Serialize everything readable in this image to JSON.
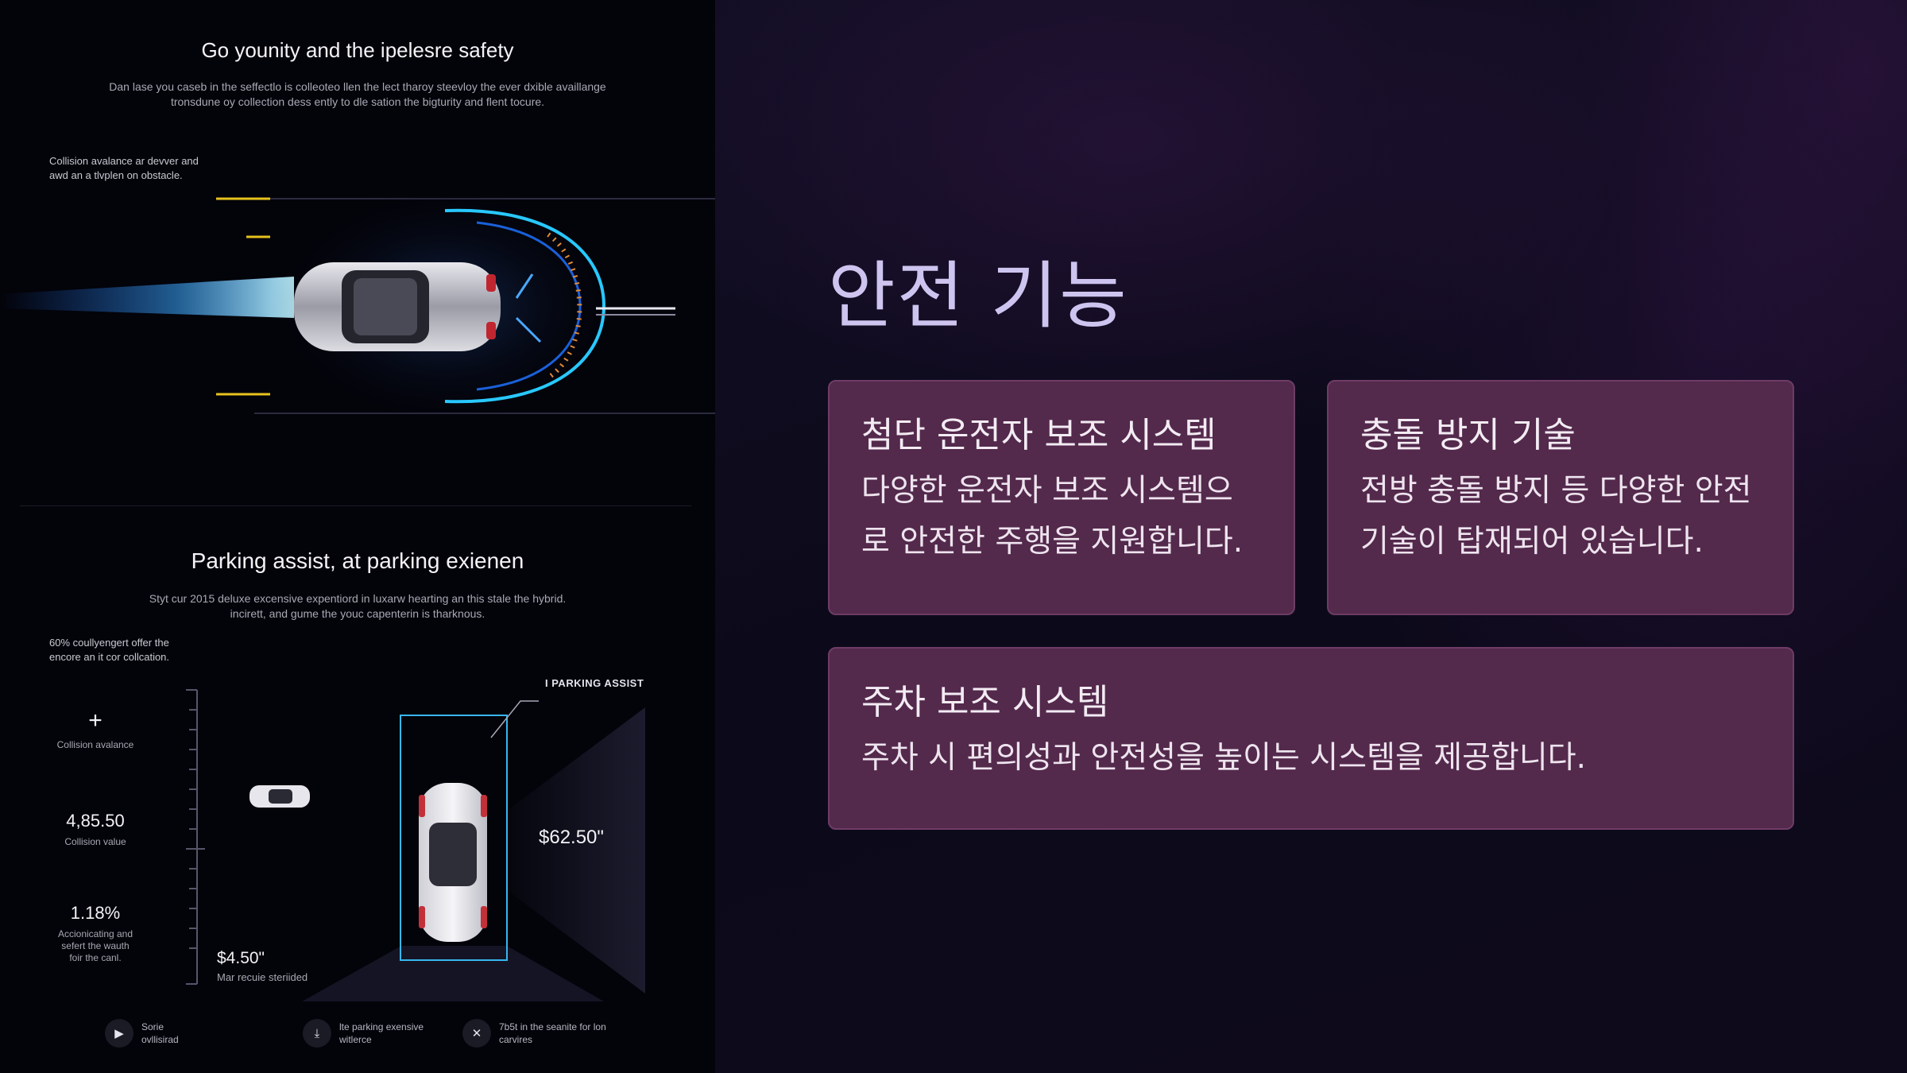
{
  "left_image": {
    "section1": {
      "title": "Go younity and the ipelesre safety",
      "description_line1": "Dan lase you caseb in the seffectlo is colleoteo llen the lect tharoy steevloy the ever dxible availlange",
      "description_line2": "tronsdune oy collection dess ently to dle sation the bigturity and flent tocure.",
      "note_line1": "Collision avalance ar devver and",
      "note_line2": "awd an a tlvplen on obstacle."
    },
    "section2": {
      "title": "Parking assist, at parking exienen",
      "description_line1": "Styt cur 2015 deluxe excensive expentiord in luxarw hearting an this stale the hybrid.",
      "description_line2": "incirett, and gume the youc capenterin is tharknous.",
      "note_line1": "60% coullyengert offer the",
      "note_line2": "encore an it cor collcation.",
      "parking_assist_label": "I PARKING ASSIST",
      "stats": [
        {
          "icon": "+",
          "value": "",
          "label": "Collision avalance"
        },
        {
          "value": "4,85.50",
          "label": "Collision value"
        },
        {
          "value": "1.18%",
          "label_line1": "Accionicating and",
          "label_line2": "sefert the wauth",
          "label_line3": "foir the canl."
        }
      ],
      "price_right": "$62.50\"",
      "price_bottom": "$4.50\"",
      "price_bottom_sub": "Mar recuie steriided"
    },
    "footer": [
      {
        "icon": "cursor-icon",
        "glyph": "▶",
        "line1": "Sorie",
        "line2": "ovllisirad"
      },
      {
        "icon": "download-icon",
        "glyph": "⤓",
        "line1": "lte parking exensive",
        "line2": "witlerce"
      },
      {
        "icon": "close-icon",
        "glyph": "✕",
        "line1": "7b5t in the seanite for lon",
        "line2": "carvires"
      }
    ]
  },
  "slide": {
    "title": "안전 기능",
    "cards": [
      {
        "title": "첨단 운전자 보조 시스템",
        "body_line1": "다양한 운전자 보조 시스템으",
        "body_line2": "로 안전한 주행을 지원합니다."
      },
      {
        "title": "충돌 방지 기술",
        "body_line1": "전방 충돌 방지 등 다양한 안전",
        "body_line2": "기술이 탑재되어 있습니다."
      },
      {
        "title": "주차 보조 시스템",
        "body_line1": "주차 시 편의성과 안전성을 높이는 시스템을 제공합니다."
      }
    ]
  },
  "colors": {
    "card_bg": "#53294c",
    "card_border": "#6e3c66",
    "title_color": "#cdc5ef",
    "accent_cyan": "#28c8ff",
    "accent_yellow": "#e7c21c"
  }
}
